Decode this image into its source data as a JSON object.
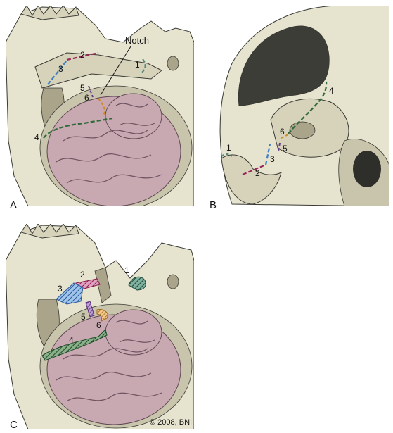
{
  "panels": [
    {
      "letter": "A"
    },
    {
      "letter": "B"
    },
    {
      "letter": "C"
    }
  ],
  "labels": {
    "notch": "Notch",
    "a": [
      "1",
      "2",
      "3",
      "4",
      "5",
      "6"
    ],
    "b": [
      "1",
      "2",
      "3",
      "4",
      "5",
      "6"
    ],
    "c": [
      "1",
      "2",
      "3",
      "4",
      "5",
      "6"
    ]
  },
  "copyright": "© 2008, BNI",
  "cut_colors": {
    "1": "#4f8a7a",
    "2": "#9a2a5a",
    "3": "#3f7fc0",
    "4": "#2f6a3a",
    "5": "#6a3a8a",
    "6": "#d08a2a"
  }
}
